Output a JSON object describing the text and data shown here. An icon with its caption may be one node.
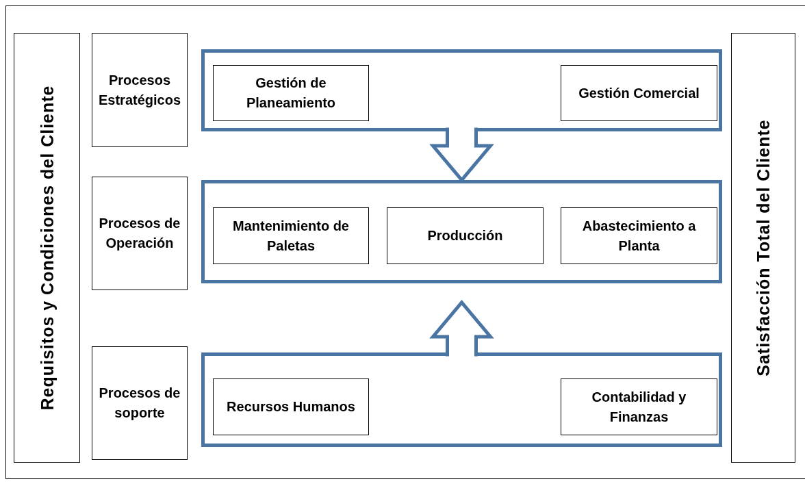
{
  "diagram": {
    "nodes": [
      {
        "text": [
          "Requisitos y Condiciones del Cliente"
        ]
      },
      {
        "text": [
          "Satisfacción Total del Cliente"
        ]
      },
      {
        "text": [
          "Procesos Estratégicos"
        ]
      },
      {
        "text": [
          "Procesos de Operación"
        ]
      },
      {
        "text": [
          "Procesos de soporte"
        ]
      },
      {
        "text": [],
        "shape": "box"
      },
      {
        "text": [
          "Gestión de Planeamiento"
        ],
        "in": 5
      },
      {
        "text": [
          "Gestión Comercial"
        ],
        "in": 5
      },
      {
        "text": [],
        "shape": "box"
      },
      {
        "text": [
          "Mantenimiento de Paletas"
        ],
        "in": 8
      },
      {
        "text": [
          "Producción"
        ],
        "in": 8
      },
      {
        "text": [
          "Abastecimiento a Planta"
        ],
        "in": 8
      },
      {
        "text": [],
        "shape": "box"
      },
      {
        "text": [
          "Recursos Humanos"
        ],
        "in": 12
      },
      {
        "text": [
          "Contabilidad y Finanzas"
        ],
        "in": 12
      }
    ],
    "edges": [
      {
        "from": 5,
        "to": 8,
        "arrow": "to"
      },
      {
        "from": 12,
        "to": 8,
        "arrow": "to"
      }
    ]
  }
}
